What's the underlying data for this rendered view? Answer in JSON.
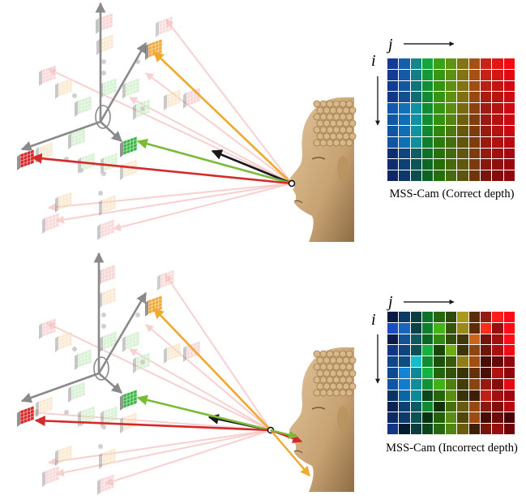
{
  "panels": [
    {
      "id": "top",
      "caption": "MSS-Cam (Correct depth)",
      "axis_i": "i",
      "axis_j": "j",
      "noise": false
    },
    {
      "id": "bottom",
      "caption": "MSS-Cam (Incorrect depth)",
      "axis_i": "i",
      "axis_j": "j",
      "noise": true
    }
  ],
  "colors": {
    "axis": "#8a8a8a",
    "ray_red": "#d42a2a",
    "ray_green": "#7cbb3a",
    "ray_orange": "#f0a830",
    "ray_black": "#1a1a1a",
    "ray_faint": "#f6c8c8",
    "head": "#c8a878"
  },
  "grid": {
    "rows": 11,
    "cols": 11
  }
}
